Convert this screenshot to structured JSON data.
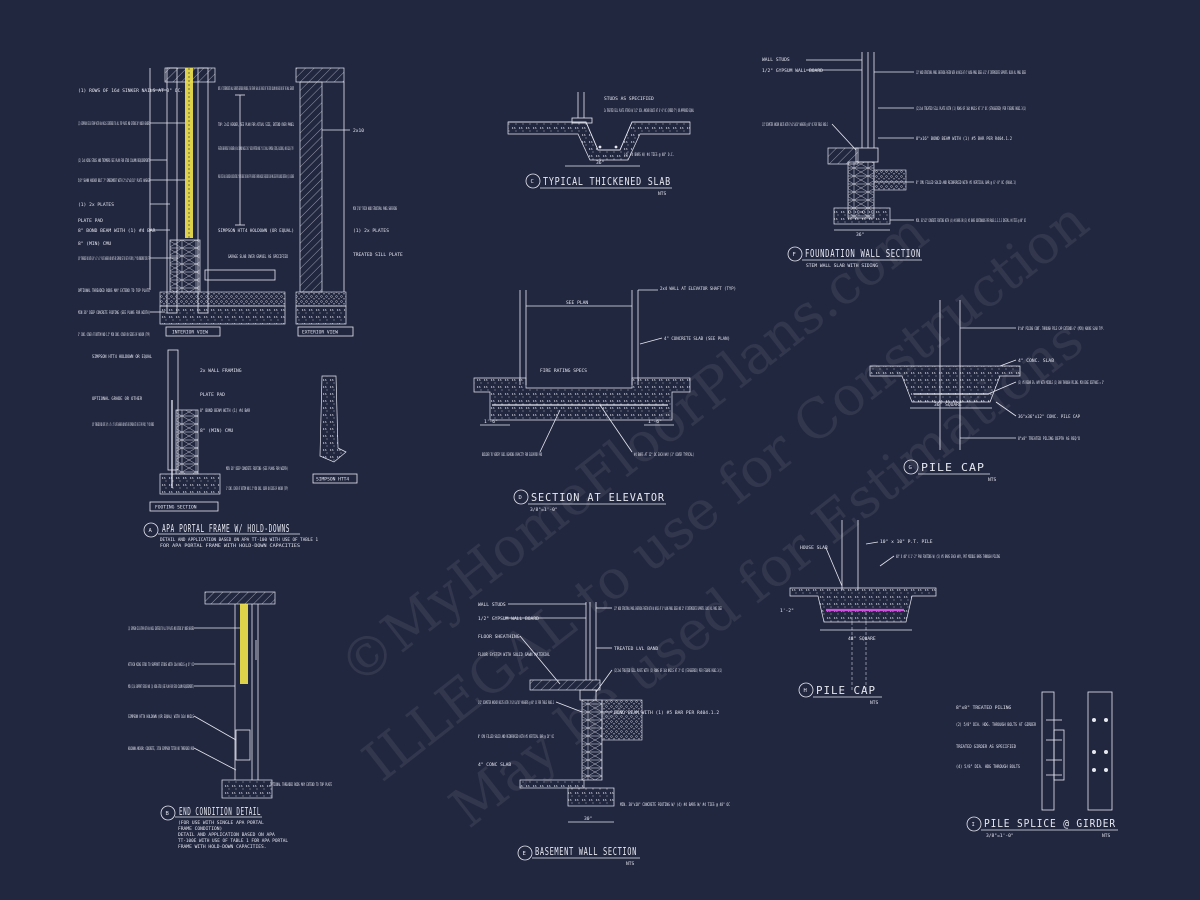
{
  "watermark": {
    "line1": "©MyHomeFloorPlans.com",
    "line2": "ILLEGAL to use for Construction",
    "line3": "May be used for Estimations"
  },
  "details": {
    "a": {
      "letter": "A",
      "title": "APA PORTAL FRAME W/ HOLD-DOWNS",
      "sub1": "DETAIL AND APPLICATION BASED ON APA TT-100 WITH USE OF TABLE 1",
      "sub2": "FOR APA PORTAL FRAME WITH HOLD-DOWN CAPACITIES",
      "view1": "INTERIOR VIEW",
      "view2": "EXTERIOR VIEW",
      "view3": "FOOTING SECTION",
      "view4": "SIMPSON HTT4"
    },
    "b": {
      "letter": "B",
      "title": "END CONDITION DETAIL",
      "sub1": "(FOR USE WITH SINGLE APA PORTAL",
      "sub2": "FRAME CONDITION)",
      "sub3": "DETAIL AND APPLICATION BASED ON APA",
      "sub4": "TT-100E WITH USE OF TABLE 1 FOR APA PORTAL",
      "sub5": "FRAME WITH HOLD-DOWN CAPACITIES."
    },
    "c": {
      "letter": "C",
      "title": "TYPICAL THICKENED SLAB",
      "scale": "NTS",
      "dim": "36\""
    },
    "d": {
      "letter": "D",
      "title": "SECTION AT ELEVATOR",
      "scale": "3/8\"=1'-0\"",
      "dim_top": "SEE PLAN",
      "dim_l": "1'-6\"",
      "dim_r": "1'-6\""
    },
    "e": {
      "letter": "E",
      "title": "BASEMENT WALL SECTION",
      "scale": "NTS",
      "dim": "30\""
    },
    "f": {
      "letter": "F",
      "title": "FOUNDATION WALL SECTION",
      "scale": "STEM WALL SLAB WITH SIDING",
      "dim": "36\""
    },
    "g": {
      "letter": "G",
      "title": "PILE CAP",
      "scale": "NTS",
      "dim": "36\" SQUARE"
    },
    "h": {
      "letter": "H",
      "title": "PILE CAP",
      "scale": "NTS",
      "dim": "48\" SQUARE",
      "dim_v": "1'-2\""
    },
    "i": {
      "letter": "I",
      "title": "PILE SPLICE @ GIRDER",
      "scale": "NTS",
      "scale2": "3/8\"=1'-0\""
    }
  },
  "notes": {
    "a_left": [
      "(1) ROWS OF 16d SINKER NAILS AT 3\" OC.",
      "(2) SIMPSON CS16 STRAP WITH 8d NAILS CENTERED TO ALL TOP PLATE AND EXTEND 36\" UNDER HEADERS",
      "(2) 2x4 KING STUDS AND TRIMMERS SEE PLAN FOR STUD COLUMN REQUIREMENTS",
      "5/8\" SHANK ANCHOR BOLT 7\" EMBEDMENT WITH 2\"x2\"x3/16\" PLATE WASHER",
      "(1) 2x PLATES",
      "PLATE PAD",
      "8\" BOND BEAM WITH (1) #4 BAR",
      "8\" (MIN) CMU",
      "5/8\" THREADED ROD WITH 3/4\" x 3\" x 3\" PLATE WASHER AND NUTS OR SIMPSON SET OR SET-XP EPOXY, 7\" MIN EMBEDMENT INTO FTG",
      "OPTIONAL THREADED RODS MAY EXTEND TO TOP PLATE",
      "MIN 36\" DEEP CONCRETE FOOTING (SEE PLANS FOR WIDTH)",
      "3\" CONC. COVER AT BOTTOM AND 1.5\" MIN CONC. COVER ON SIDES OF ANCHOR (TYP)"
    ],
    "a_mid": [
      "NOTE: AT INTERMEDIATE WALL SEGMENTS BETWEEN OPENINGS, THE STRAPS SHALL BE PLACED AT THE STUD COLUMN ON EACH END OF THE WALL SEGMENT",
      "TOP: 2x12 HEADER, SEE PLAN FOR ACTUAL SIZE, EXTEND OVER PANEL",
      "FASTEN SHEATHING TO HEADER W/ 8d COMMON NAILS IN 3\" GRID PATTERN AND 3\" OC IN ALL FRAMING (STUDS, BLOCKING, AND SILLS) TYP.",
      "PANEL SPLICE SHALL BE BLOCKED AND OCCUR WITHIN 24\" OF MID-HEIGHT. ONE ROW OF TYP SHEATHING TO FRAMING NAILING IS REQUIRED IN EACH PANEL EDGE ATTACH BLOCKING TOGETHER W/ (2) 16d SINKERS",
      "SIMPSON HTT4 HOLDOWN (OR EQUAL)",
      "GARAGE SLAB OVER GRAVEL AS SPECIFIED"
    ],
    "a_right": [
      "2x10",
      "MIN 7/16\" THICK WOOD STRUCTURAL PANEL SHEATHING",
      "(1) 2x PLATES",
      "TREATED SILL PLATE"
    ],
    "a_lower": [
      "SIMPSON HTT4 HOLDOWN OR EQUAL",
      "2x WALL FRAMING",
      "PLATE PAD",
      "8\" BOND BEAM WITH (1) #4 BAR",
      "8\" (MIN) CMU",
      "5/8\" THREADED ROD WITH 3/4\" x 3\" x 3\" PLATE WASHER AND NUTS OR SIMPSON SET OR SET-XP EPOXY, 7\" MIN EMBED",
      "OPTIONAL GRADE OR OTHER",
      "MIN 36\" DEEP CONCRETE FOOTING (SEE PLANS FOR WIDTH)",
      "3\" CONC. COVER AT BOTTOM AND 1.5\" MIN CONC. COVER ON SIDES OF ANCHOR (TYP)"
    ],
    "b": [
      "(2) SIMPSON CS16 STRAP WITH 8d NAILS CENTERED TO ALL TOP PLATE AND EXTEND 36\" UNDER HEADERS",
      "ATTACH KING STUD TO SUPPORT STUDS WITH 16d NAILS @ 6\" OC",
      "MIN (2)2x SUPPORT STUDS AND (1) KING STUD (SEE PLAN FOR STUD COLUMN REQUIREMENTS)",
      "SIMPSON HTT4 HOLDOWN (OR EQUAL) WITH 16d NAILS",
      "HOLDOWN ANCHOR: CONCRETE, 3750 SIMPSON TITEN HD THREADED ROD",
      "OPTIONAL THREADED RODS MAY EXTEND TO TOP PLATE"
    ],
    "c": [
      "STUDS AS SPECIFIED",
      "2x TREATED SILL PLATE ATTACH W/ 1/2\" DIA. ANCHOR BOLTS AT 6'-0\" OC (EMBED 7\") OR APPROVED EQUAL",
      "(4) #4 BARS W/ #4 TIES @ 48\" O.C."
    ],
    "d": [
      "2x4 WALL AT ELEVATOR SHAFT (TYP)",
      "4\" CONCRETE SLAB (SEE PLAN)",
      "FIRE RATING SPECS",
      "BUILDER TO VERIFY SOIL BEARING CAPACITY FOR ELEVATOR PAD",
      "#4 BARS AT 12\" OC EACH WAY (3\" COVER TYPICAL)"
    ],
    "e": [
      "WALL STUDS",
      "1/2\" GYPSUM WALL BOARD",
      "FLOOR SHEATHING",
      "FLOOR SYSTEM WITH SOLID SAWN MATERIAL",
      "1/2\" WOOD STRUCTURAL PANEL SHEATHING FASTEN WITH 8d NAILS AT 6\" ALONG PANEL EDGES AND 12\" AT INTERMEDIATE SUPPORTS. BLOCK ALL PANEL EDGES",
      "TREATED LVL BAND",
      "(2)2x6 TREATED SILL PLATE WITH (1) ROWS OF 16d NAILS AT 3\" OC (STAGGERED) PER FIGURE R602.3(1)",
      "1/2\" DIAMETER ANCHOR BOLTS WITH 3\"x3\"x3/16\" WASHERS @ 48\" OC PER TABLE R403.1",
      "BOND BEAM WITH (1) #5 BAR PER R404.1.2",
      "8\" CMU FILLED SOLID AND REINFORCED WITH #5 VERTICAL BAR @ 24\" OC",
      "4\" CONC SLAB",
      "MIN. 30\"x10\" CONCRETE FOOTING W/ (4) #4 BARS W/ #4 TIES @ 48\" OC"
    ],
    "f": [
      "WALL STUDS",
      "1/2\" GYPSUM WALL BOARD",
      "1/2\" WOOD STRUCTURAL PANEL SHEATHING FASTEN WITH 8d NAILS AT 6\" ALONG PANEL EDGES & 12\" AT INTERMEDIATE SUPPORTS. BLOCK ALL PANEL EDGES",
      "(2)2x4 TREATED SILL PLATE WITH (1) ROWS OF 16d NAILS AT 3\" OC (STAGGERED) PER FIGURE R602.3(1)",
      "1/2\" DIAMETER ANCHOR BOLTS WITH 3\"x3\"x3/16\" WASHERS @ 48\" OC PER TABLE R403.1",
      "8\"x16\" BOND BEAM WITH (1) #5 BAR PER R404.1.2",
      "8\" CMU FILLED SOLID AND REINFORCED WITH #5 VERTICAL BAR @ 6'-0\" OC (R404.1)",
      "MIN. 36\"x12\" CONCRETE FOOTING WITH (4) #4 BARS OR (3) #5 BARS CONTINUOUS PER R403.1.3.5.3 INSTALL #4 TIES @ 48\" OC"
    ],
    "g": [
      "8\"x8\" PILING CONT. THROUGH PILE CAP EXTENDS 6\" (MIN) ABOVE SLAB TYP.",
      "4\" CONC. SLAB",
      "(3) #5 REBAR EA. WAY WITH MIDDLE (1) BAR THROUGH PILING. MIN EDGE DISTANCE = 3\"",
      "36\"x36\"x12\" CONC. PILE CAP",
      "8\"x8\" TREATED PILING DEPTH AS REQ'D"
    ],
    "h": [
      "HOUSE SLAB",
      "10\" x 10\" P.T. PILE",
      "48\" X 48\" X 1'-2\" PAD FOOTING W/ (5) #5 BARS EACH WAY, PUT MIDDLE BARS THROUGH PILING"
    ],
    "i": [
      "8\"x8\" TREATED PILING",
      "(2) 5/8\" DIA. HDG. THROUGH BOLTS AT GIRDER",
      "TREATED GIRDER AS SPECIFIED",
      "(4) 5/8\" DIA. HDG THROUGH BOLTS"
    ]
  },
  "colors": {
    "background": "#222740",
    "linework": "#e6e8f0",
    "highlight_strap": "#f2e64b",
    "highlight_rebar": "#d04ee0"
  }
}
